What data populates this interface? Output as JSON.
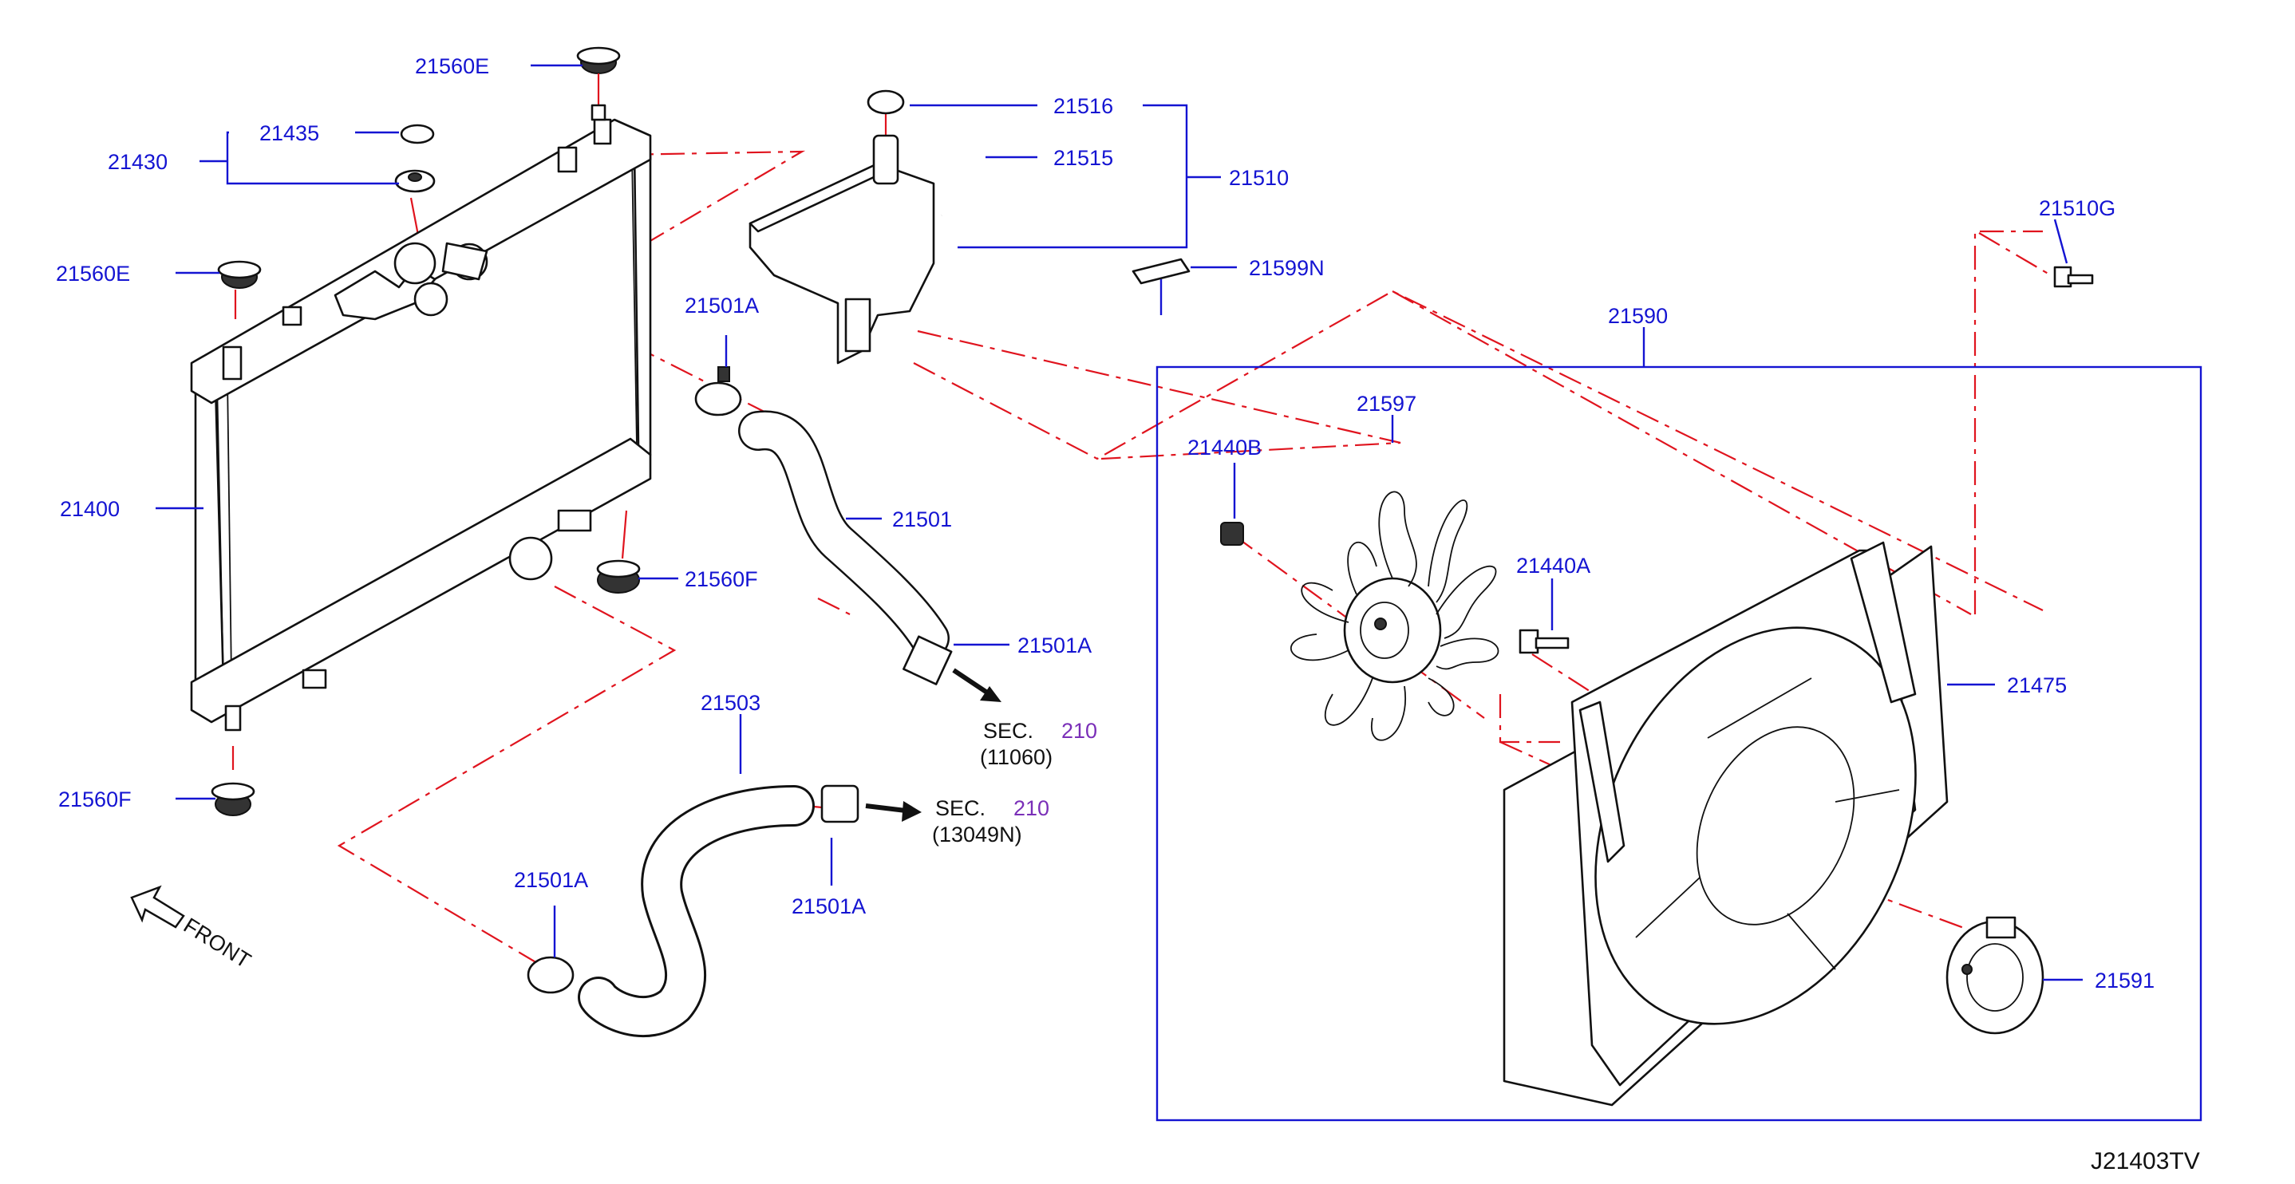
{
  "diagram_id": "J21403TV",
  "front_label": "FRONT",
  "colors": {
    "label": "#1414d2",
    "reference_line": "#e0141e",
    "section_number": "#7a2fb8",
    "part_outline": "#111111"
  },
  "parts": {
    "p21560E_top": "21560E",
    "p21435": "21435",
    "p21430": "21430",
    "p21560E_left": "21560E",
    "p21400": "21400",
    "p21560F_mid": "21560F",
    "p21560F_bottom": "21560F",
    "p21516": "21516",
    "p21515": "21515",
    "p21510": "21510",
    "p21599N": "21599N",
    "p21510G": "21510G",
    "p21501A_top": "21501A",
    "p21501": "21501",
    "p21501A_right": "21501A",
    "p21503": "21503",
    "p21501A_center": "21501A",
    "p21501A_left": "21501A",
    "p21590": "21590",
    "p21597": "21597",
    "p21440B": "21440B",
    "p21440A": "21440A",
    "p21475": "21475",
    "p21591": "21591"
  },
  "section_refs": [
    {
      "prefix": "SEC.",
      "number": "210",
      "code": "(11060)"
    },
    {
      "prefix": "SEC.",
      "number": "210",
      "code": "(13049N)"
    }
  ],
  "icons": [
    "bolt-icon",
    "arrow-icon",
    "front-arrow-icon",
    "clamp-icon",
    "mount-grommet-icon"
  ]
}
